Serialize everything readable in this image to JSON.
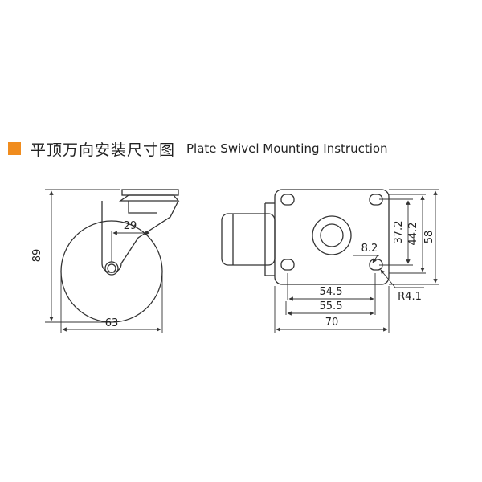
{
  "header": {
    "title_cn": "平顶万向安装尺寸图",
    "title_en": "Plate Swivel Mounting Instruction",
    "marker_color": "#f08c1e"
  },
  "side_view": {
    "dims": {
      "height": "89",
      "width": "63",
      "offset": "29"
    }
  },
  "plate_view": {
    "dims": {
      "overall_width": "70",
      "outer_hole_spacing": "55.5",
      "inner_hole_spacing": "54.5",
      "overall_height": "58",
      "outer_vertical_spacing": "44.2",
      "inner_vertical_spacing": "37.2",
      "slot_width": "8.2",
      "corner_radius": "R4.1"
    }
  }
}
